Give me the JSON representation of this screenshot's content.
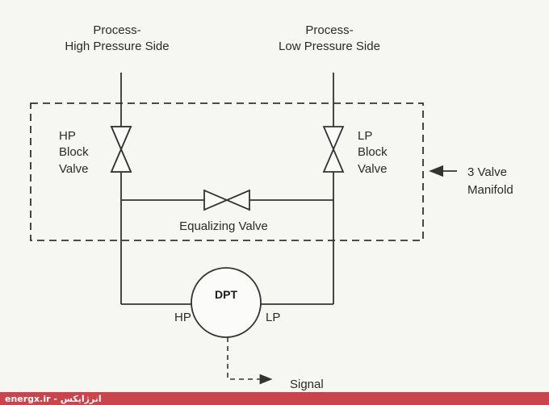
{
  "labels": {
    "high_side_line1": "Process-",
    "high_side_line2": "High Pressure Side",
    "low_side_line1": "Process-",
    "low_side_line2": "Low Pressure Side",
    "hp_block_1": "HP",
    "hp_block_2": "Block",
    "hp_block_3": "Valve",
    "lp_block_1": "LP",
    "lp_block_2": "Block",
    "lp_block_3": "Valve",
    "equalizing_valve": "Equalizing Valve",
    "manifold_1": "3 Valve",
    "manifold_2": "Manifold",
    "dpt": "DPT",
    "hp_port": "HP",
    "lp_port": "LP",
    "signal": "Signal"
  },
  "footer": {
    "text": "energx.ir - انرژایکس"
  }
}
